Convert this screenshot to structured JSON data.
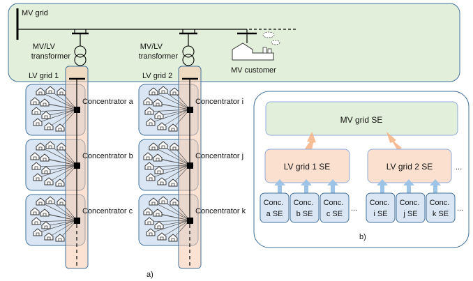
{
  "panel_a": {
    "mv_grid_label": "MV grid",
    "transformer_1": {
      "line1": "MV/LV",
      "line2": "transformer"
    },
    "transformer_2": {
      "line1": "MV/LV",
      "line2": "transformer"
    },
    "mv_customer_label": "MV customer",
    "lv_grid_1_label": "LV grid 1",
    "lv_grid_2_label": "LV grid 2",
    "concentrators_left": [
      "Concentrator a",
      "Concentrator b",
      "Concentrator c"
    ],
    "concentrators_right": [
      "Concentrator i",
      "Concentrator j",
      "Concentrator k"
    ],
    "caption": "a)"
  },
  "panel_b": {
    "mv_se_label": "MV grid SE",
    "lv_se_1": "LV grid 1 SE",
    "lv_se_2": "LV grid 2 SE",
    "conc_boxes_left": [
      {
        "line1": "Conc.",
        "line2": "a SE"
      },
      {
        "line1": "Conc.",
        "line2": "b SE"
      },
      {
        "line1": "Conc.",
        "line2": "c SE"
      }
    ],
    "conc_boxes_right": [
      {
        "line1": "Conc.",
        "line2": "i SE"
      },
      {
        "line1": "Conc.",
        "line2": "j SE"
      },
      {
        "line1": "Conc.",
        "line2": "k SE"
      }
    ],
    "ellipsis": "...",
    "caption": "b)"
  },
  "colors": {
    "mv_fill": "#e2efda",
    "lv_fill": "#dae6f4",
    "feeder_fill": "#f8cbad",
    "box_border": "#41719c",
    "arrow_fill": "#9dc3e6",
    "arrow_orange": "#f4b183"
  }
}
